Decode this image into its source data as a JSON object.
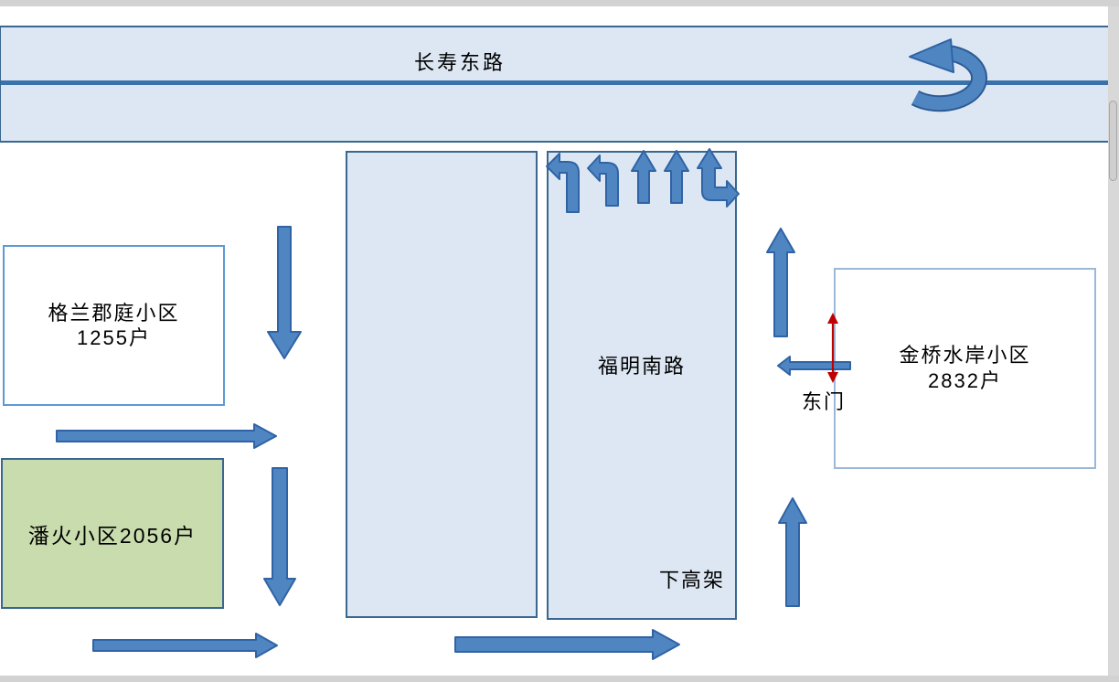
{
  "window": {
    "chrome": "gray window edges with right scrollbar",
    "scrollbar_visible": true
  },
  "colors": {
    "road_fill": "#dce7f3",
    "road_border": "#39678f",
    "road_divider": "#3b72ab",
    "arrow_fill": "#4f86c2",
    "arrow_stroke": "#2f63a5",
    "green_box_fill": "#c9dcae",
    "gelan_box_border": "#5b9bd5",
    "jinqiao_box_border": "#9bb8da",
    "red_arrow": "#c00000",
    "chrome_gray": "#d2d2d2"
  },
  "roads": {
    "changshou_east": {
      "label": "长寿东路"
    },
    "fuming_south": {
      "label": "福明南路",
      "ramp_label": "下高架"
    }
  },
  "communities": {
    "gelan": {
      "name": "格兰郡庭小区",
      "households": "1255户"
    },
    "panhuo": {
      "name": "潘火小区2056户"
    },
    "jinqiao": {
      "name": "金桥水岸小区",
      "households": "2832户",
      "gate": "东门"
    }
  },
  "flow_arrows": [
    {
      "name": "u-turn-arrow",
      "direction": "u-turn to left",
      "location": "changshou east road, right end"
    },
    {
      "name": "turn-left-arrow-1",
      "direction": "up then left",
      "location": "top of fuming south road"
    },
    {
      "name": "turn-left-arrow-2",
      "direction": "up then left",
      "location": "top of fuming south road"
    },
    {
      "name": "straight-up-arrow-1",
      "direction": "up",
      "location": "top of fuming south road"
    },
    {
      "name": "straight-up-arrow-2",
      "direction": "up",
      "location": "top of fuming south road"
    },
    {
      "name": "up-right-turn-arrow",
      "direction": "up and right",
      "location": "top of fuming south road"
    },
    {
      "name": "down-arrow-upper",
      "direction": "down",
      "location": "right of gelan box"
    },
    {
      "name": "right-arrow-upper",
      "direction": "right",
      "location": "between gelan and panhuo boxes"
    },
    {
      "name": "down-arrow-lower",
      "direction": "down",
      "location": "right of panhuo box"
    },
    {
      "name": "right-arrow-bottom-left",
      "direction": "right",
      "location": "below panhuo box"
    },
    {
      "name": "right-arrow-bottom-center",
      "direction": "right",
      "location": "below road rectangles"
    },
    {
      "name": "up-arrow-upper-right",
      "direction": "up",
      "location": "right of fuming south road, upper"
    },
    {
      "name": "up-arrow-lower-right",
      "direction": "up",
      "location": "right of fuming south road, lower"
    },
    {
      "name": "east-gate-left-arrow",
      "direction": "left",
      "location": "east gate of jinqiao box"
    },
    {
      "name": "east-gate-red-double-arrow",
      "direction": "up-down",
      "location": "east gate of jinqiao box"
    }
  ]
}
